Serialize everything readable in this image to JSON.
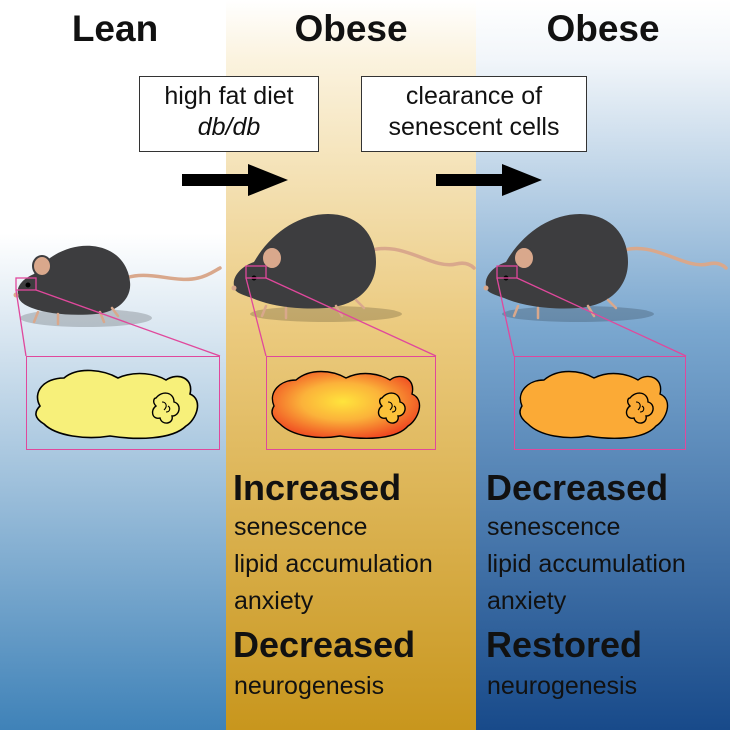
{
  "columns": [
    {
      "title": "Lean"
    },
    {
      "title": "Obese"
    },
    {
      "title": "Obese"
    }
  ],
  "transitions": [
    {
      "line1": "high fat diet",
      "line2": "db/db"
    },
    {
      "line1": "clearance of",
      "line2": "senescent cells"
    }
  ],
  "obese_effects": {
    "heading1": "Increased",
    "items1": [
      "senescence",
      "lipid accumulation",
      "anxiety"
    ],
    "heading2": "Decreased",
    "items2": [
      "neurogenesis"
    ]
  },
  "cleared_effects": {
    "heading1": "Decreased",
    "items1": [
      "senescence",
      "lipid accumulation",
      "anxiety"
    ],
    "heading2": "Restored",
    "items2": [
      "neurogenesis"
    ]
  },
  "colors": {
    "lean_bg_top": "#ffffff",
    "lean_bg_bottom": "#3f82b8",
    "obese_bg_top": "#ffffff",
    "obese_bg_bottom": "#c8961d",
    "cleared_bg_top": "#ffffff",
    "cleared_bg_bottom": "#184a8a",
    "mouse_body": "#3d3d3f",
    "mouse_ear": "#d9a88c",
    "inset_border": "#e0489c",
    "brain_lean": "#f7f07a",
    "brain_obese_center": "#ffe43c",
    "brain_obese_edge": "#ee3b1e",
    "brain_cleared": "#fbaa36",
    "arrow": "#000000"
  }
}
